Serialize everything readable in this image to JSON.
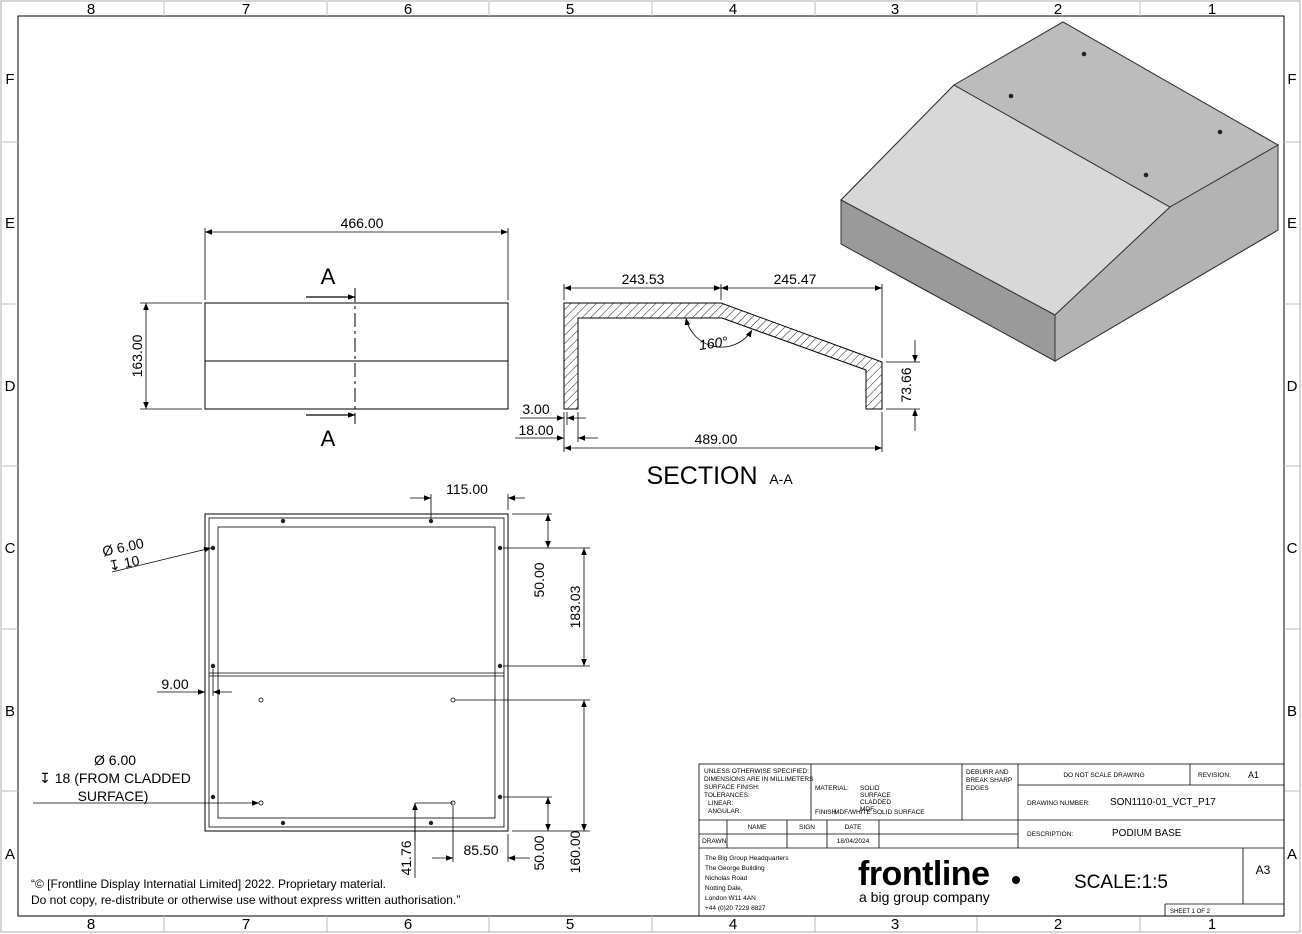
{
  "border": {
    "columns": [
      "8",
      "7",
      "6",
      "5",
      "4",
      "3",
      "2",
      "1"
    ],
    "rows": [
      "F",
      "E",
      "D",
      "C",
      "B",
      "A"
    ]
  },
  "top_view": {
    "width": "466.00",
    "height": "163.00",
    "section_mark": "A"
  },
  "section": {
    "title": "SECTION",
    "suffix": "A-A",
    "dims": {
      "left_top": "243.53",
      "right_top": "245.47",
      "right_height": "73.66",
      "angle": "160°",
      "thin": "3.00",
      "wall": "18.00",
      "overall": "489.00"
    }
  },
  "bottom_view": {
    "dim_115": "115.00",
    "dim_50a": "50.00",
    "dim_183": "183.03",
    "dim_9": "9.00",
    "dim_4176": "41.76",
    "dim_8550": "85.50",
    "dim_50b": "50.00",
    "dim_160": "160.00",
    "hole1": {
      "dia": "Ø 6.00",
      "depth": "↧ 10"
    },
    "hole2": {
      "dia": "Ø 6.00",
      "depth": "↧ 18 (FROM CLADDED",
      "depth2": "SURFACE)"
    }
  },
  "copyright": {
    "line1": "“© [Frontline Display Internatial Limited] 2022. Proprietary material.",
    "line2": "Do not copy, re-distribute or otherwise use without express written authorisation.”"
  },
  "title_block": {
    "tol_lines": [
      "UNLESS OTHERWISE SPECIFIED:",
      "DIMENSIONS ARE IN MILLIMETERS",
      "SURFACE FINISH:",
      "TOLERANCES:",
      "   LINEAR:",
      "   ANGULAR:"
    ],
    "material_label": "MATERIAL:",
    "material_lines": [
      "SOLID",
      "SURFACE",
      "CLADDED",
      "MDF"
    ],
    "finish_label": "FINISH",
    "finish_value": "MDF/WHITE SOLID SURFACE",
    "deburr": [
      "DEBURR AND",
      "BREAK SHARP",
      "EDGES"
    ],
    "do_not_scale": "DO NOT SCALE DRAWING",
    "revision_label": "REVISION:",
    "revision": "A1",
    "drawing_number_label": "DRAWING NUMBER:",
    "drawing_number": "SON1110-01_VCT_P17",
    "description_label": "DESCRIPTION:",
    "description": "PODIUM BASE",
    "name_h": "NAME",
    "sign_h": "SIGN",
    "date_h": "DATE",
    "drawn": "DRAWN",
    "date": "18/04/2024",
    "address": [
      "The Big Group Headquarters",
      "The George Building",
      "Nicholas Road",
      "Notting Dale,",
      "London W11 4AN",
      "+44 (0)20 7229 8827"
    ],
    "brand": "frontline",
    "brand_sub": "a big group company",
    "scale": "SCALE:1:5",
    "size": "A3",
    "sheet": "SHEET 1 OF 2"
  }
}
